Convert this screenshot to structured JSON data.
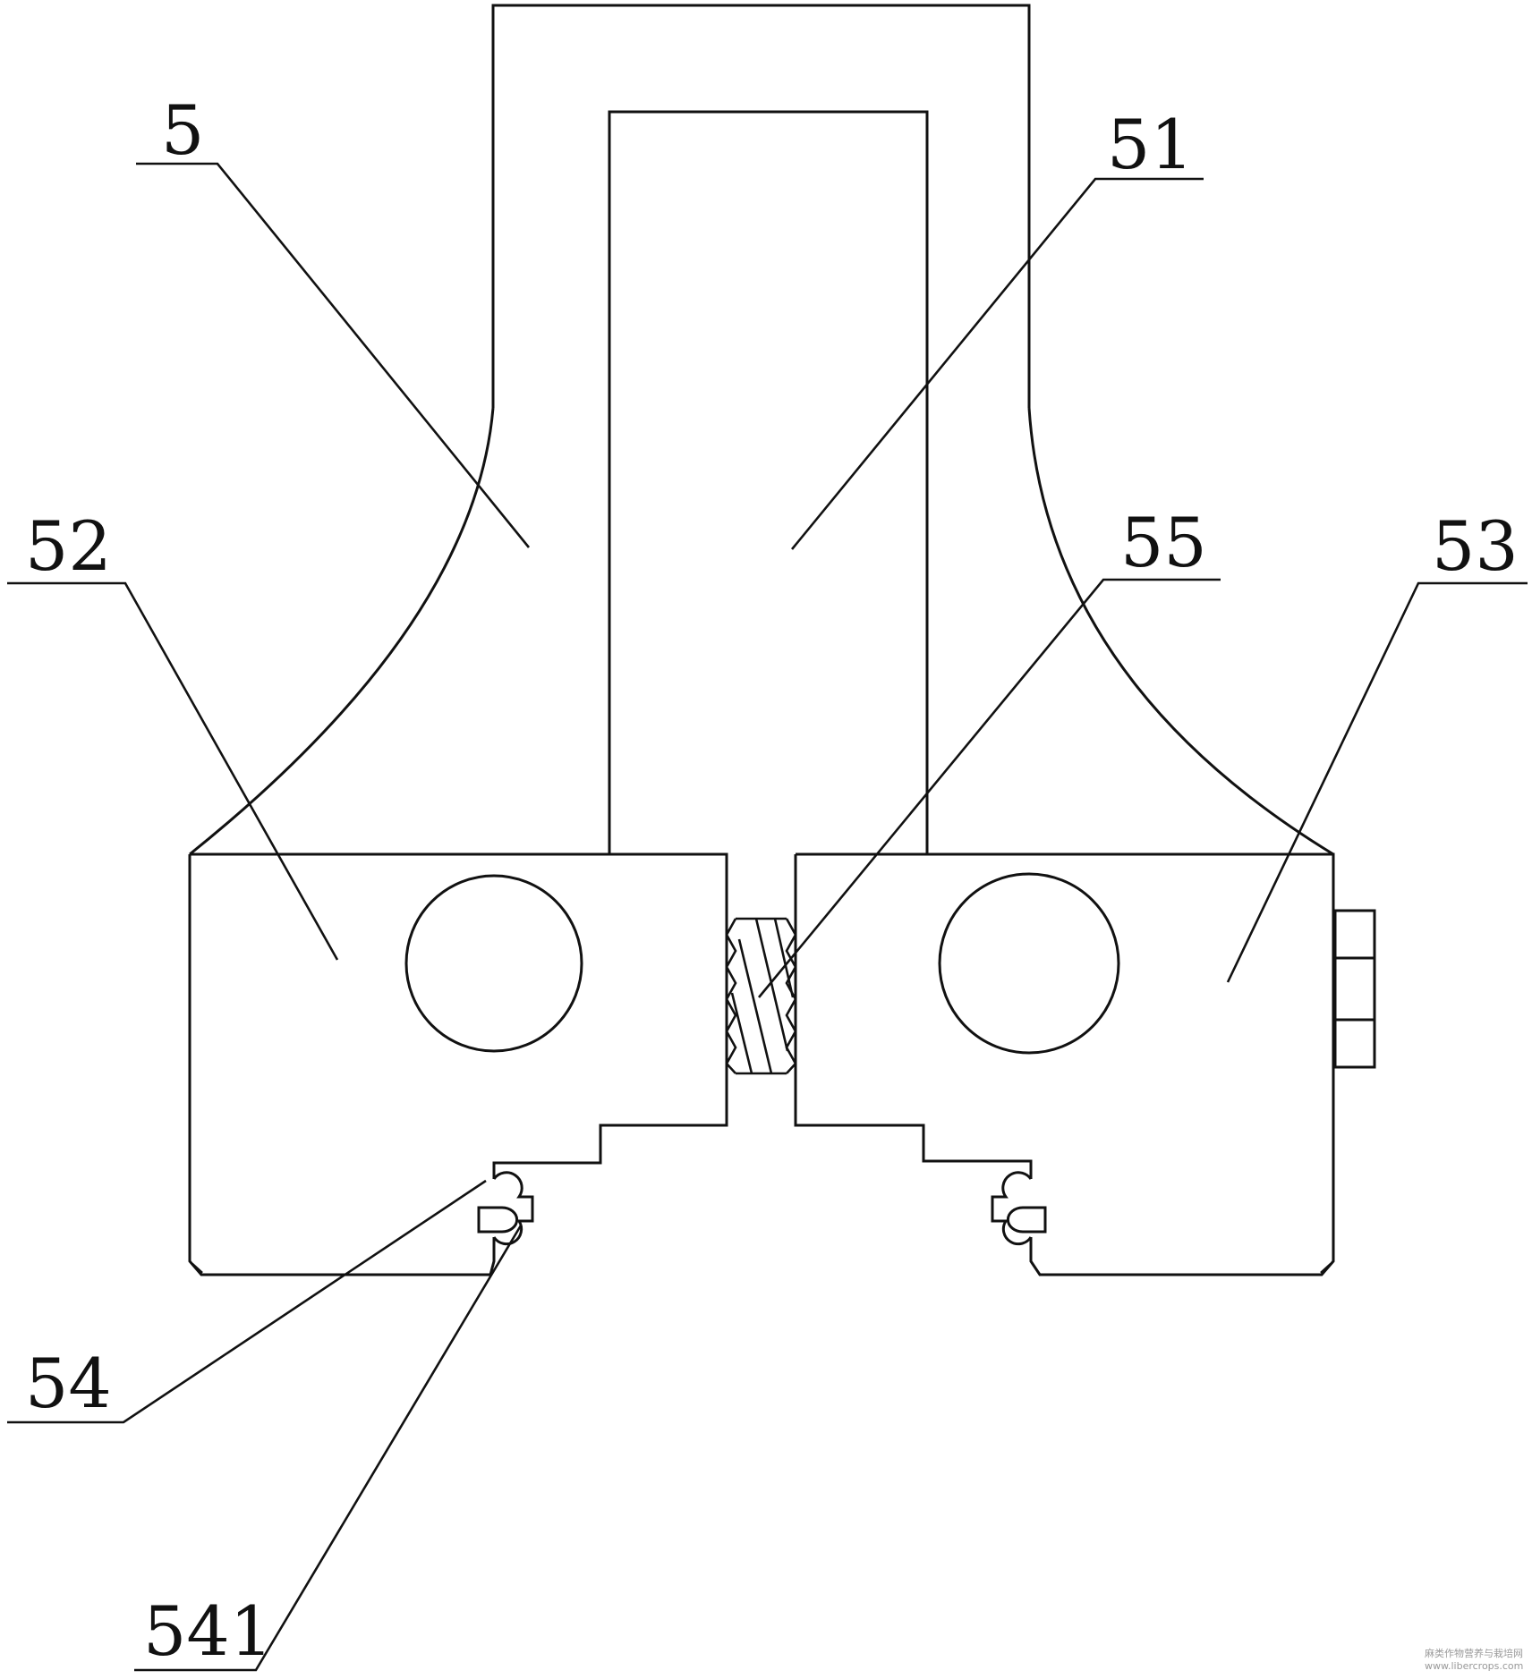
{
  "labels": {
    "l5": "5",
    "l51": "51",
    "l52": "52",
    "l53": "53",
    "l54": "54",
    "l55": "55",
    "l541": "541"
  },
  "watermark": {
    "line1": "麻类作物营养与栽培网",
    "line2": "www.libercrops.com"
  },
  "colors": {
    "line": "#111111",
    "background": "#ffffff",
    "watermark": "#999999"
  }
}
